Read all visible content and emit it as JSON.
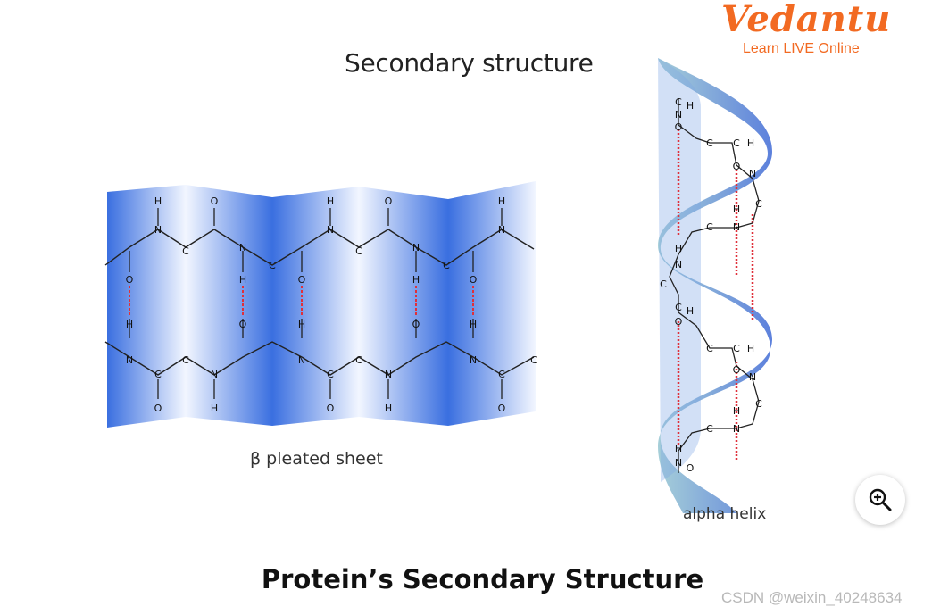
{
  "logo": {
    "word": "Vedantu",
    "tagline": "Learn LIVE Online"
  },
  "diagram_title": "Secondary structure",
  "sheet_label": "β pleated sheet",
  "helix_label": "alpha helix",
  "caption": "Protein’s Secondary Structure",
  "watermark": "CSDN @weixin_40248634",
  "atoms": {
    "carbon": "C",
    "nitrogen": "N",
    "oxygen": "O",
    "hydrogen": "H"
  },
  "zoom_button": {
    "icon": "zoom-in-icon"
  },
  "colors": {
    "brand_orange": "#f26a22",
    "sheet_blue": "#3a6fe0",
    "helix_blue": "#4a72d8",
    "helix_teal": "#8fc3cf",
    "hbond_red": "#e0303a"
  }
}
